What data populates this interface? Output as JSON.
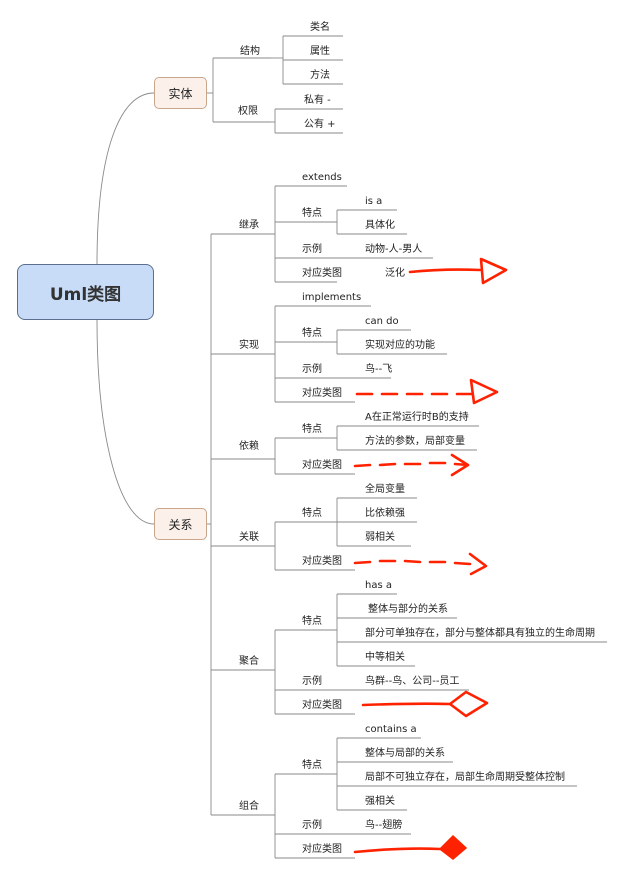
{
  "root": "Uml类图",
  "entity": {
    "label": "实体",
    "structure": {
      "label": "结构",
      "items": [
        "类名",
        "属性",
        "方法"
      ]
    },
    "permission": {
      "label": "权限",
      "items": [
        "私有 -",
        "公有 +"
      ]
    }
  },
  "relation": {
    "label": "关系",
    "inheritance": {
      "label": "继承",
      "keyword": "extends",
      "feature_label": "特点",
      "features": [
        "is a",
        "具体化"
      ],
      "example_label": "示例",
      "example": "动物-人-男人",
      "diagram_label": "对应类图",
      "diagram_note": "泛化"
    },
    "realization": {
      "label": "实现",
      "keyword": "implements",
      "feature_label": "特点",
      "features": [
        "can do",
        "实现对应的功能"
      ],
      "example_label": "示例",
      "example": "鸟--飞",
      "diagram_label": "对应类图"
    },
    "dependency": {
      "label": "依赖",
      "feature_label": "特点",
      "features": [
        "A在正常运行时B的支持",
        "方法的参数，局部变量"
      ],
      "diagram_label": "对应类图"
    },
    "association": {
      "label": "关联",
      "feature_label": "特点",
      "features": [
        "全局变量",
        "比依赖强",
        "弱相关"
      ],
      "diagram_label": "对应类图"
    },
    "aggregation": {
      "label": "聚合",
      "feature_label": "特点",
      "features": [
        "has a",
        "整体与部分的关系",
        "部分可单独存在，部分与整体都具有独立的生命周期",
        "中等相关"
      ],
      "example_label": "示例",
      "example": "鸟群--鸟、公司--员工",
      "diagram_label": "对应类图"
    },
    "composition": {
      "label": "组合",
      "keyword": "contains a",
      "feature_label": "特点",
      "features": [
        "整体与局部的关系",
        "局部不可独立存在，局部生命周期受整体控制",
        "强相关"
      ],
      "example_label": "示例",
      "example": "鸟--翅膀",
      "diagram_label": "对应类图"
    }
  },
  "colors": {
    "root_fill": "#c8dcf8",
    "node_fill": "#fbf1ea",
    "connector": "#8a8a8a",
    "pen": "#ff2200"
  }
}
